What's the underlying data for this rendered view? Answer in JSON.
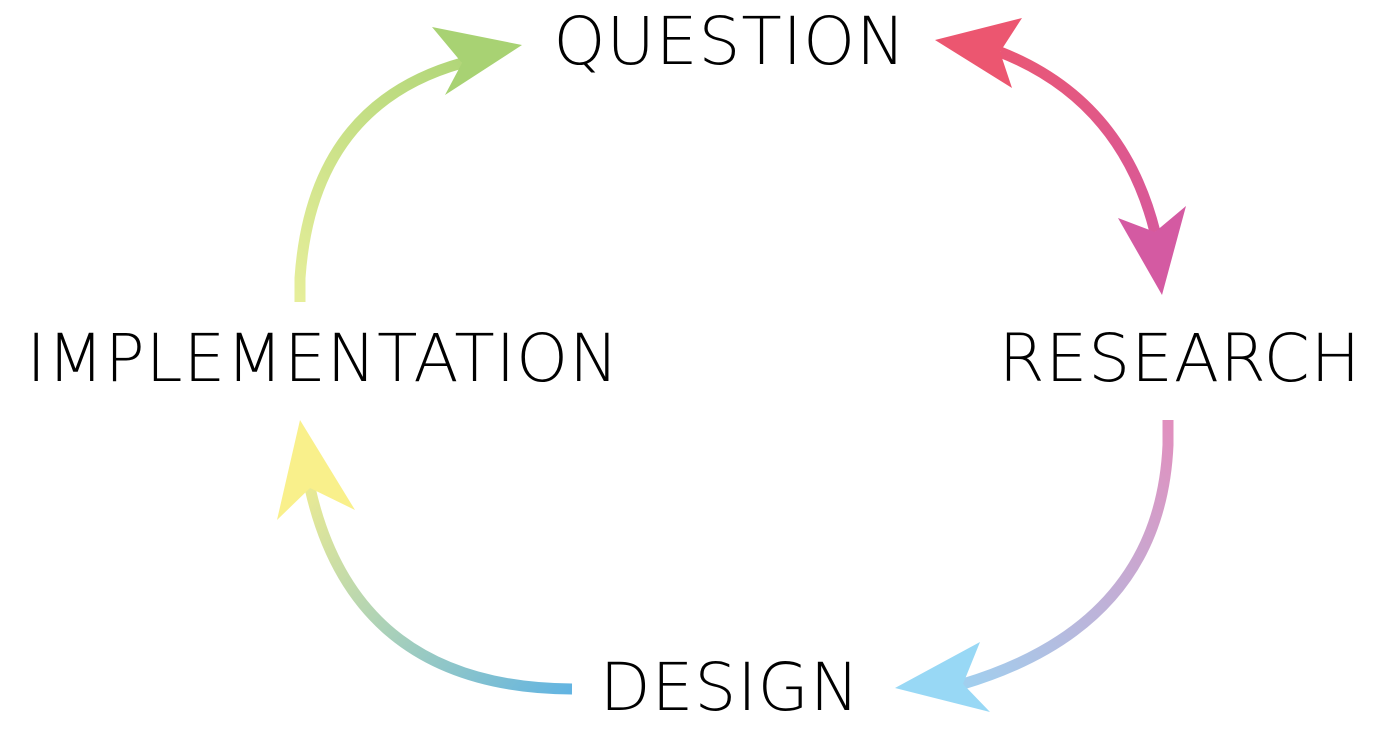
{
  "stages": [
    {
      "id": "question",
      "label": "QUESTION"
    },
    {
      "id": "research",
      "label": "RESEARCH"
    },
    {
      "id": "design",
      "label": "DESIGN"
    },
    {
      "id": "implementation",
      "label": "IMPLEMENTATION"
    }
  ],
  "arrows": [
    {
      "from": "question",
      "to": "research",
      "bidirectional": true,
      "colors": [
        "#ec5670",
        "#d45aa2"
      ]
    },
    {
      "from": "research",
      "to": "design",
      "bidirectional": false,
      "colors": [
        "#e18fbe",
        "#98d8f5"
      ]
    },
    {
      "from": "design",
      "to": "implementation",
      "bidirectional": false,
      "colors": [
        "#62b4e2",
        "#f9f08b"
      ]
    },
    {
      "from": "implementation",
      "to": "question",
      "bidirectional": false,
      "colors": [
        "#e6ee9a",
        "#a8d273"
      ]
    }
  ]
}
